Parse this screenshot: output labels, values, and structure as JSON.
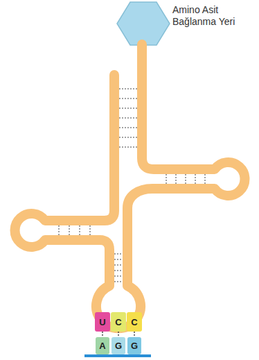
{
  "diagram": {
    "nodes": [
      {
        "text": [
          "U"
        ]
      },
      {
        "text": [
          "C"
        ]
      },
      {
        "text": [
          "C"
        ]
      },
      {
        "text": [
          "A"
        ]
      },
      {
        "text": [
          "G"
        ]
      },
      {
        "text": [
          "G"
        ]
      }
    ],
    "edges": [
      {
        "from": 0,
        "to": 3,
        "arrow": "none"
      },
      {
        "from": 1,
        "to": 4,
        "arrow": "none"
      },
      {
        "from": 2,
        "to": 5,
        "arrow": "none"
      }
    ],
    "labels": [
      "Amino Asit Bağlanma Yeri"
    ]
  }
}
